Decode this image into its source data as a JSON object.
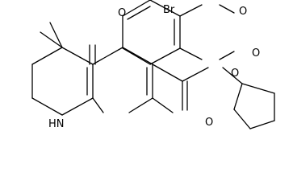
{
  "molecule": {
    "atoms": {
      "bromine": "Br",
      "methoxy_o1": "O",
      "methoxy_o2": "O",
      "ketone_o": "O",
      "ester_o_single": "O",
      "ester_o_double": "O",
      "amine": "HN"
    }
  }
}
